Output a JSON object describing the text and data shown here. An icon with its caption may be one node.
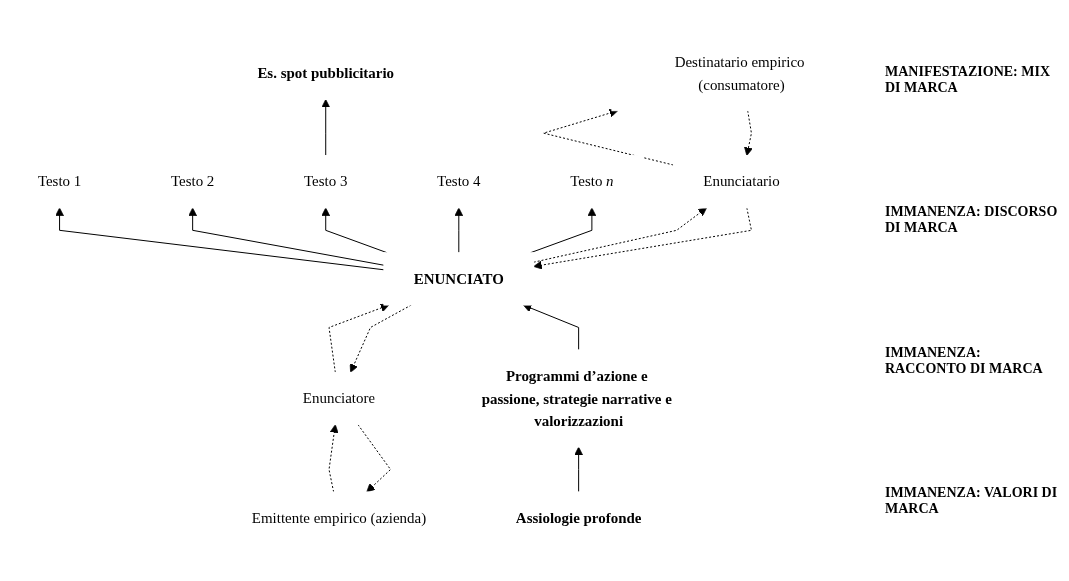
{
  "diagram": {
    "nodes": [
      {
        "text": [
          "Es. spot pubblicitario"
        ]
      },
      {
        "text": [
          "Testo 1"
        ]
      },
      {
        "text": [
          "Testo 2"
        ]
      },
      {
        "text": [
          "Testo 3"
        ]
      },
      {
        "text": [
          "Testo 4"
        ]
      },
      {
        "text": [
          "Testo *n*"
        ]
      },
      {
        "text": [
          "Emittente empirico (azienda)"
        ]
      },
      {
        "text": [
          "Enunciatore"
        ]
      },
      {
        "text": [
          "ENUNCIATO"
        ]
      },
      {
        "text": [
          "Enunciatario"
        ]
      },
      {
        "text": [
          "Destinatario empirico (consumatore)"
        ]
      },
      {
        "text": [
          "Programmi d’azione e passione, strategie narrative e valorizzazioni"
        ]
      },
      {
        "text": [
          "Assiologie profonde"
        ]
      }
    ],
    "edges": [
      {
        "from": 3,
        "to": 0,
        "arrow": "to"
      },
      {
        "from": 8,
        "to": 1,
        "arrow": "to"
      },
      {
        "from": 8,
        "to": 2,
        "arrow": "to"
      },
      {
        "from": 8,
        "to": 3,
        "arrow": "to"
      },
      {
        "from": 8,
        "to": 4,
        "arrow": "to"
      },
      {
        "from": 8,
        "to": 5,
        "arrow": "to"
      },
      {
        "from": 6,
        "to": 7,
        "arrow": "to",
        "style": "dashed"
      },
      {
        "from": 7,
        "to": 6,
        "arrow": "to",
        "style": "dashed"
      },
      {
        "from": 7,
        "to": 8,
        "arrow": "to",
        "style": "dashed"
      },
      {
        "from": 8,
        "to": 7,
        "arrow": "to",
        "style": "dashed"
      },
      {
        "from": 8,
        "to": 9,
        "arrow": "to",
        "style": "dashed"
      },
      {
        "from": 9,
        "to": 8,
        "arrow": "to",
        "style": "dashed"
      },
      {
        "from": 9,
        "to": 10,
        "arrow": "to",
        "style": "dashed"
      },
      {
        "from": 10,
        "to": 9,
        "arrow": "to",
        "style": "dashed"
      },
      {
        "from": 11,
        "to": 8,
        "arrow": "to"
      },
      {
        "from": 12,
        "to": 11,
        "arrow": "to"
      }
    ],
    "labels": [
      "MANIFESTAZIONE: MIX DI MARCA",
      "IMMANENZA: DISCORSO DI MARCA",
      "IMMANENZA: RACCONTO DI MARCA",
      "IMMANENZA: VALORI DI MARCA"
    ]
  }
}
